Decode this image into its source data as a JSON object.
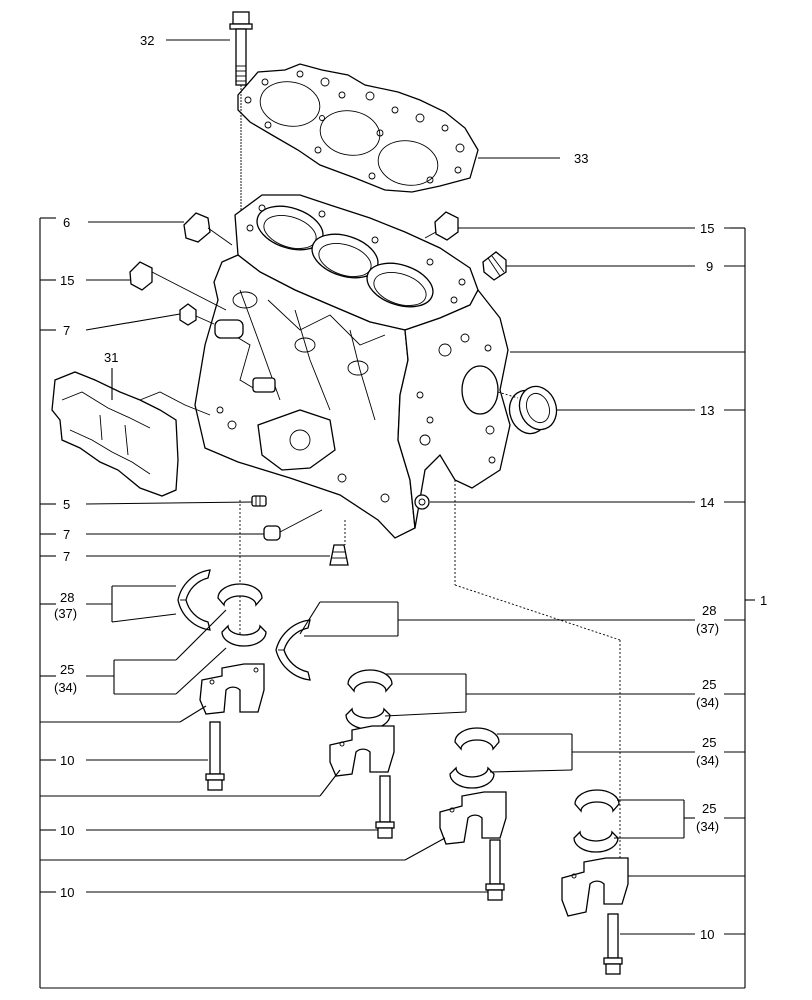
{
  "callouts": {
    "c32": "32",
    "c33": "33",
    "c6": "6",
    "c15a": "15",
    "c15b": "15",
    "c9": "9",
    "c7a": "7",
    "c31": "31",
    "c13": "13",
    "c5": "5",
    "c14": "14",
    "c7b": "7",
    "c7c": "7",
    "c1": "1",
    "c28a": "28",
    "c37a": "(37)",
    "c28b": "28",
    "c37b": "(37)",
    "c25a": "25",
    "c34a": "(34)",
    "c25b": "25",
    "c34b": "(34)",
    "c25c": "25",
    "c34c": "(34)",
    "c25d": "25",
    "c34d": "(34)",
    "c10a": "10",
    "c10b": "10",
    "c10c": "10",
    "c10d": "10"
  }
}
